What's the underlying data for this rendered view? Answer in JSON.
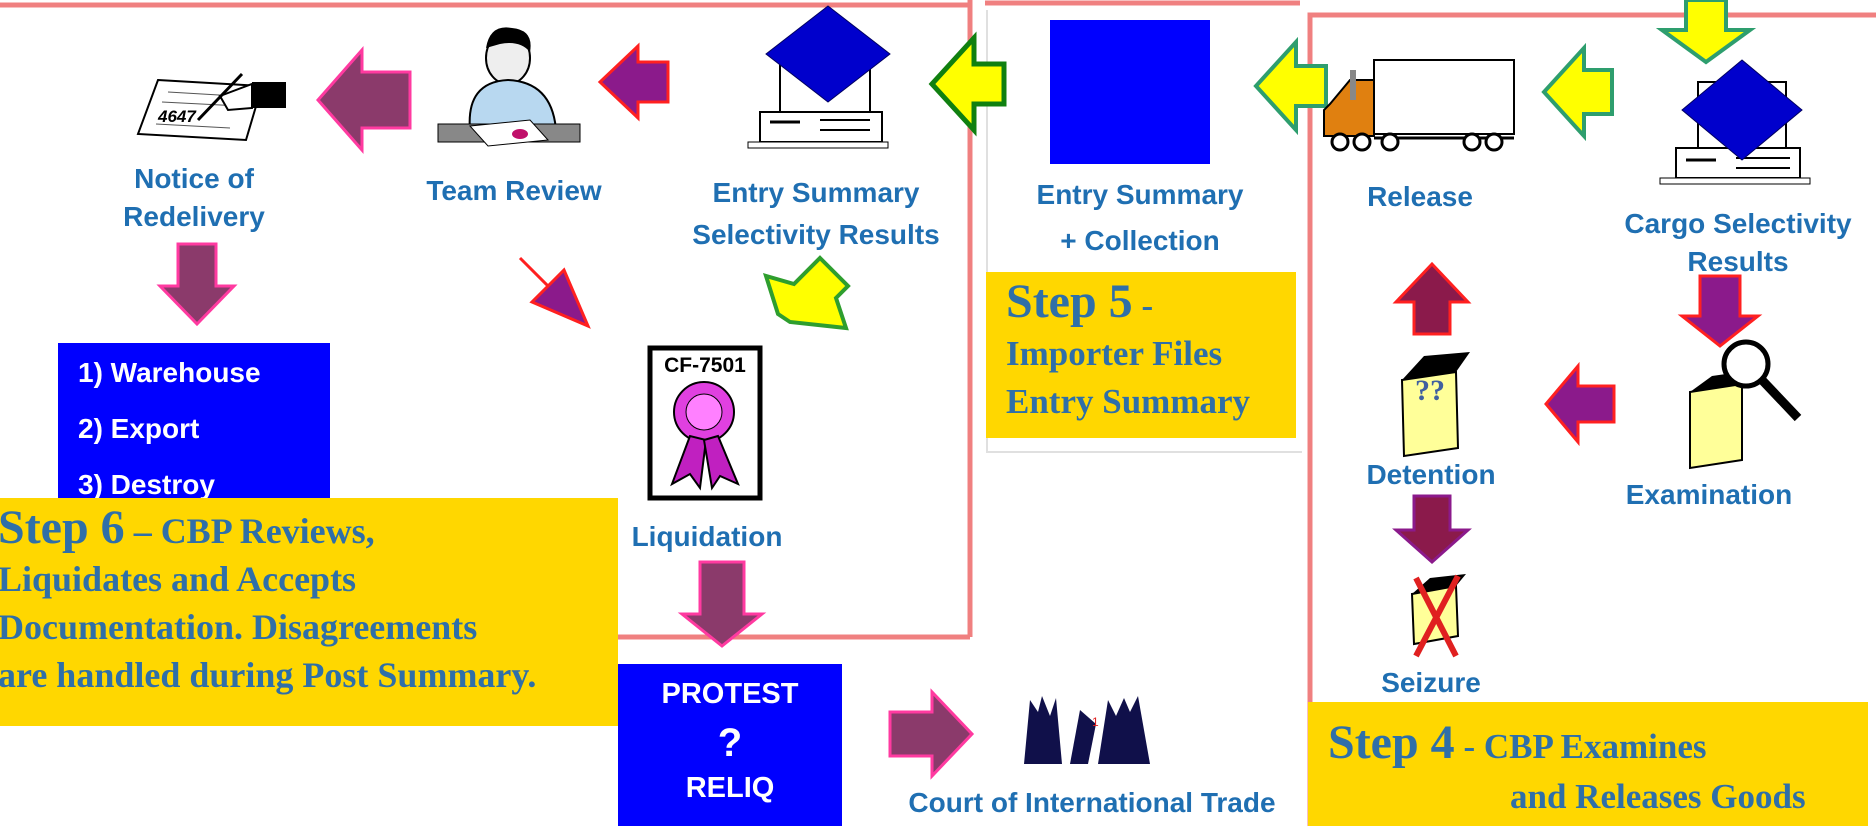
{
  "labels": {
    "notice": [
      "Notice of",
      "Redelivery"
    ],
    "team_review": "Team Review",
    "entry_summary_results": [
      "Entry Summary",
      "Selectivity Results"
    ],
    "entry_summary_collection": [
      "Entry Summary",
      "+  Collection"
    ],
    "release": "Release",
    "cargo_results": [
      "Cargo Selectivity",
      "Results"
    ],
    "liquidation": "Liquidation",
    "detention": "Detention",
    "examination": "Examination",
    "seizure": "Seizure",
    "court": "Court of International Trade"
  },
  "icon_text": {
    "notice_number": "4647",
    "cf_form": "CF-7501",
    "detention_mark": "??"
  },
  "options": [
    "1) Warehouse",
    "2) Export",
    "3) Destroy"
  ],
  "protest": {
    "line1": "PROTEST",
    "line2": "?",
    "line3": "RELIQ"
  },
  "steps": {
    "step6": {
      "head": "Step 6",
      "rest": " – CBP Reviews,",
      "lines": [
        "Liquidates and Accepts",
        "Documentation.  Disagreements",
        "are handled during Post Summary."
      ]
    },
    "step5": {
      "head": "Step 5",
      "rest": " -",
      "lines": [
        "Importer Files",
        "Entry Summary"
      ]
    },
    "step4": {
      "head": "Step 4",
      "rest": " - CBP Examines",
      "line2": "and Releases Goods"
    }
  },
  "colors": {
    "label_blue": "#1f6fb2",
    "step_yellow": "#ffd700",
    "box_blue": "#0000ff",
    "border_pink": "#f08080",
    "arrow_purple": "#8b1a8b",
    "arrow_yellow": "#ffff00",
    "arrow_green": "#2e9e2e"
  }
}
